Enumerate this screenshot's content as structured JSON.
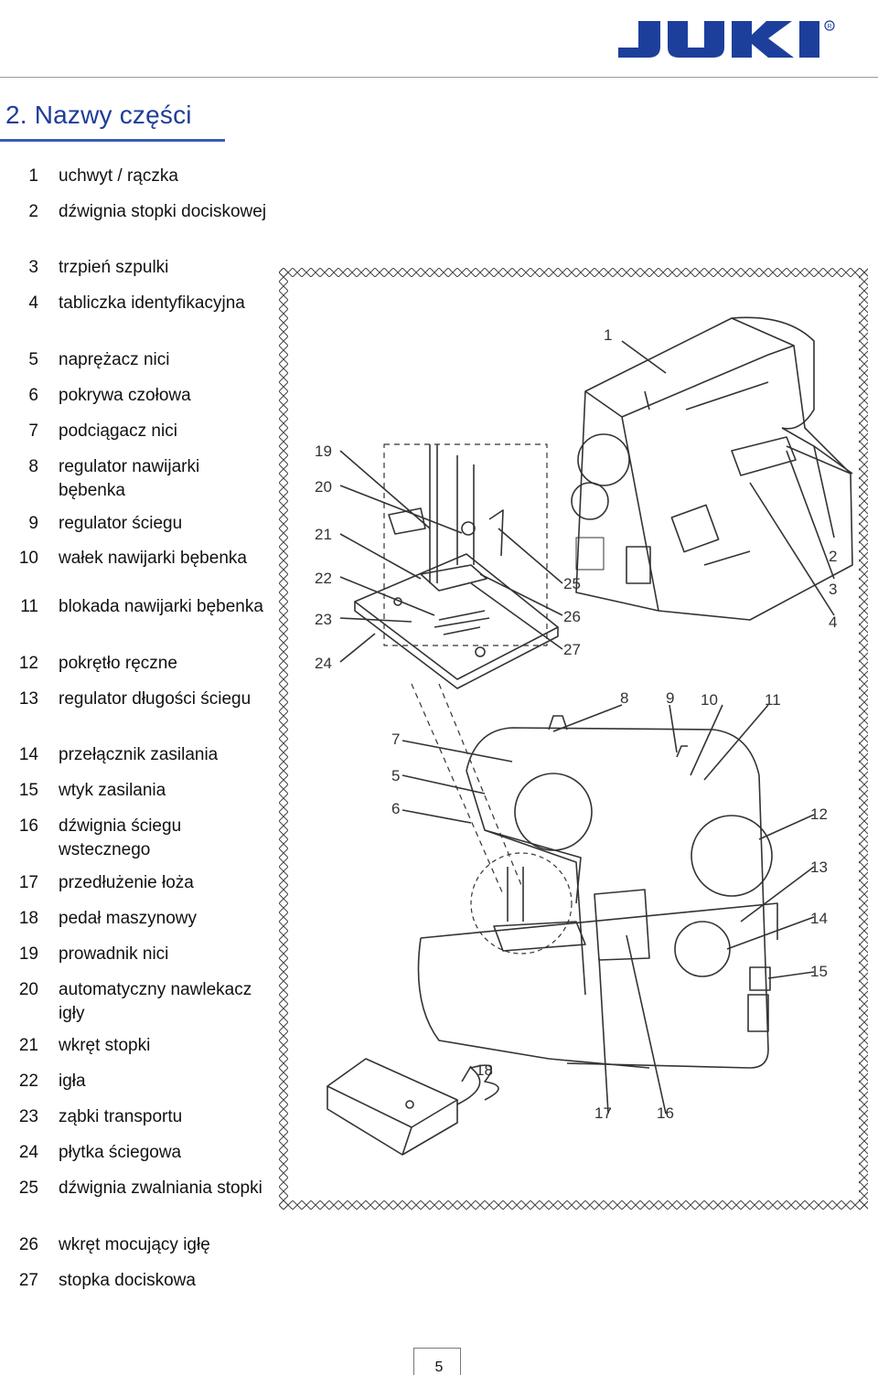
{
  "header": {
    "brand_logo": "JUKI",
    "registered_mark": "®"
  },
  "section_title": "2. Nazwy części",
  "parts": [
    {
      "num": "1",
      "name": "uchwyt / rączka"
    },
    {
      "num": "2",
      "name": "dźwignia stopki dociskowej"
    },
    {
      "num": "3",
      "name": "trzpień szpulki"
    },
    {
      "num": "4",
      "name": "tabliczka identyfikacyjna"
    },
    {
      "num": "5",
      "name": "naprężacz nici"
    },
    {
      "num": "6",
      "name": "pokrywa czołowa"
    },
    {
      "num": "7",
      "name": "podciągacz nici"
    },
    {
      "num": "8",
      "name": "regulator nawijarki bębenka"
    },
    {
      "num": "9",
      "name": "regulator ściegu"
    },
    {
      "num": "10",
      "name": "wałek nawijarki bębenka"
    },
    {
      "num": "11",
      "name": "blokada nawijarki bębenka"
    },
    {
      "num": "12",
      "name": "pokrętło ręczne"
    },
    {
      "num": "13",
      "name": "regulator długości ściegu"
    },
    {
      "num": "14",
      "name": "przełącznik zasilania"
    },
    {
      "num": "15",
      "name": "wtyk zasilania"
    },
    {
      "num": "16",
      "name": "dźwignia ściegu wstecznego"
    },
    {
      "num": "17",
      "name": "przedłużenie łoża"
    },
    {
      "num": "18",
      "name": "pedał maszynowy"
    },
    {
      "num": "19",
      "name": "prowadnik nici"
    },
    {
      "num": "20",
      "name": "automatyczny nawlekacz igły"
    },
    {
      "num": "21",
      "name": "wkręt stopki"
    },
    {
      "num": "22",
      "name": "igła"
    },
    {
      "num": "23",
      "name": "ząbki transportu"
    },
    {
      "num": "24",
      "name": "płytka ściegowa"
    },
    {
      "num": "25",
      "name": "dźwignia zwalniania stopki"
    },
    {
      "num": "26",
      "name": "wkręt mocujący igłę"
    },
    {
      "num": "27",
      "name": "stopka dociskowa"
    }
  ],
  "diagram": {
    "callouts": [
      "1",
      "2",
      "3",
      "4",
      "19",
      "20",
      "21",
      "22",
      "23",
      "24",
      "25",
      "26",
      "27",
      "8",
      "9",
      "10",
      "11",
      "7",
      "5",
      "6",
      "12",
      "13",
      "14",
      "15",
      "18",
      "17",
      "16"
    ]
  },
  "footer": {
    "page_number": "5"
  },
  "colors": {
    "title_blue": "#1f3d99",
    "logo_blue": "#1d3f9c"
  }
}
